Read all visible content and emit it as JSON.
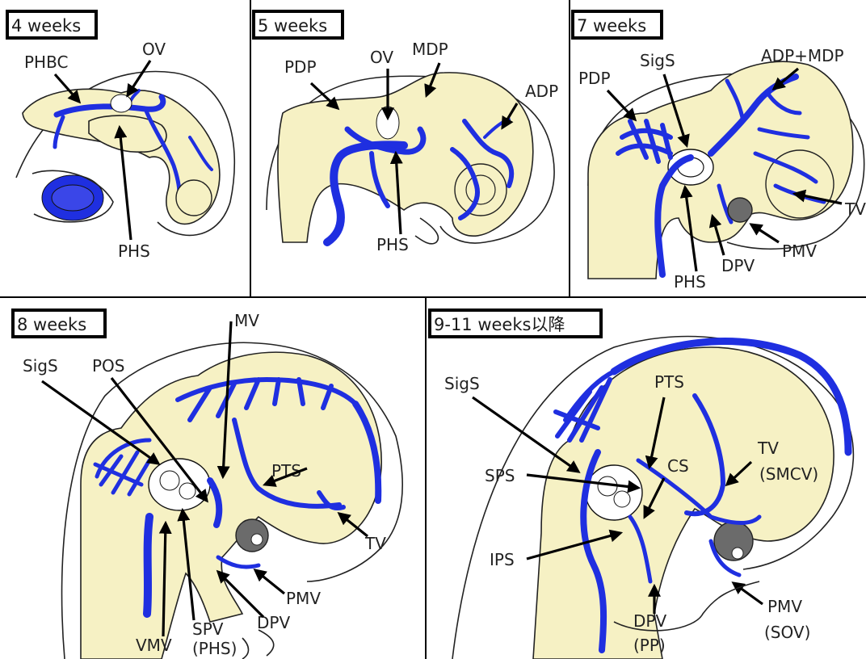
{
  "colors": {
    "vein": "#1f2fe0",
    "brain": "#f6f1c4",
    "eye": "#6b6b6b"
  },
  "panels": [
    {
      "stage": "4 weeks",
      "labels": {
        "phbc": "PHBC",
        "ov": "OV",
        "phs": "PHS"
      }
    },
    {
      "stage": "5 weeks",
      "labels": {
        "pdp": "PDP",
        "ov": "OV",
        "mdp": "MDP",
        "adp": "ADP",
        "phs": "PHS"
      }
    },
    {
      "stage": "7 weeks",
      "labels": {
        "pdp": "PDP",
        "sigs": "SigS",
        "adp_mdp": "ADP+MDP",
        "tv": "TV",
        "pmv": "PMV",
        "dpv": "DPV",
        "phs": "PHS"
      }
    },
    {
      "stage": "8 weeks",
      "labels": {
        "mv": "MV",
        "sigs": "SigS",
        "pos": "POS",
        "pts": "PTS",
        "tv": "TV",
        "pmv": "PMV",
        "dpv": "DPV",
        "vmv": "VMV",
        "spv": "SPV",
        "spv_paren": "(PHS)"
      }
    },
    {
      "stage": "9-11 weeks以降",
      "labels": {
        "sigs": "SigS",
        "pts": "PTS",
        "sps": "SPS",
        "cs": "CS",
        "tv": "TV",
        "tv_paren": "(SMCV)",
        "ips": "IPS",
        "dpv": "DPV",
        "dpv_paren": "(PP)",
        "pmv": "PMV",
        "pmv_paren": "(SOV)"
      }
    }
  ]
}
